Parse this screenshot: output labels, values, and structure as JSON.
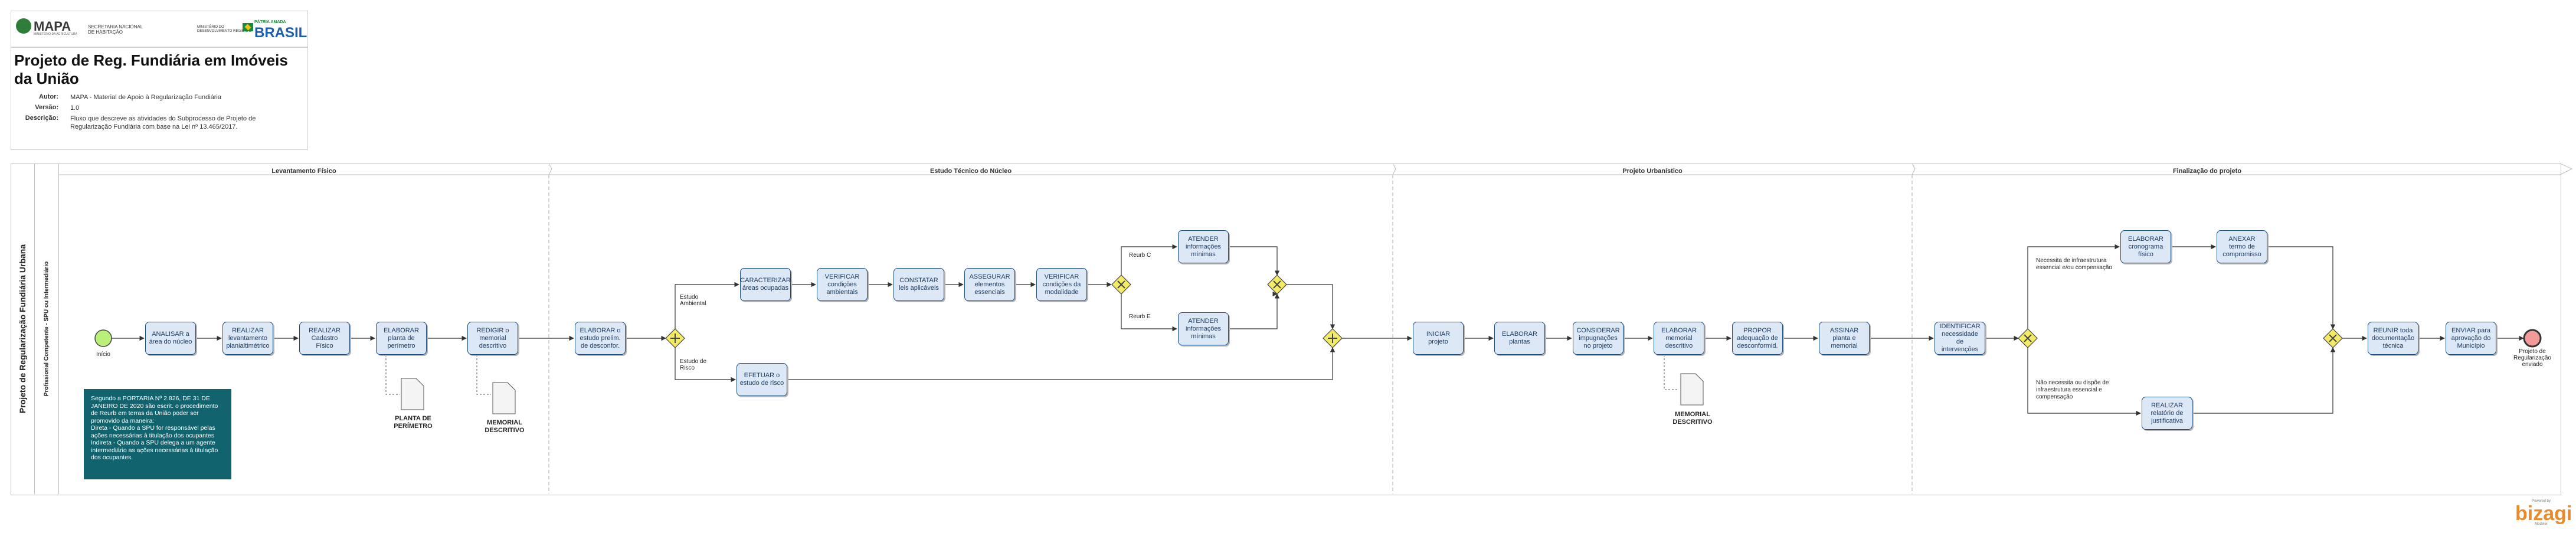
{
  "header": {
    "logo_mapa": "MAPA",
    "logo_mapa_sub": "MINISTÉRIO DA AGRICULTURA",
    "logo_secretaria": "SECRETARIA NACIONAL\nDE HABITAÇÃO",
    "logo_ministerio": "MINISTÉRIO DO\nDESENVOLVIMENTO REGIONAL",
    "logo_patria": "PÁTRIA AMADA",
    "logo_brasil": "BRASIL"
  },
  "info": {
    "title": "Projeto de Reg. Fundiária em Imóveis da União",
    "author_label": "Autor:",
    "author": "MAPA - Material de Apoio à Regularização Fundiária",
    "version_label": "Versão:",
    "version": "1.0",
    "description_label": "Descrição:",
    "description": "Fluxo que descreve as atividades do Subprocesso de Projeto de Regularização Fundiária com base na Lei nº 13.465/2017."
  },
  "pool": {
    "name": "Projeto de Regularização Fundiária Urbana",
    "lane": "Profissional Competente - SPU ou Intermediário"
  },
  "phases": [
    "Levantamento Físico",
    "Estudo Técnico do Núcleo",
    "Projeto Urbanístico",
    "Finalização do projeto"
  ],
  "events": {
    "start": "Início",
    "end": "Projeto de Regularização enviado"
  },
  "tasks": {
    "analisar": "ANALISAR a área do núcleo",
    "realizar_planialt": "REALIZAR levantamento planialtimétrico",
    "realizar_cadastro": "REALIZAR Cadastro Físico",
    "elaborar_planta_perimetro": "ELABORAR planta de perímetro",
    "redigir_memorial": "REDIGIR o memorial descritivo",
    "elaborar_estudo": "ELABORAR o estudo prelim. de desconfor.",
    "caracterizar": "CARACTERIZAR áreas ocupadas",
    "verificar_amb": "VERIFICAR condições ambientais",
    "constatar": "CONSTATAR leis aplicáveis",
    "assegurar": "ASSEGURAR elementos essenciais",
    "verificar_mod": "VERIFICAR condições da modalidade",
    "atender_c": "ATENDER informações mínimas",
    "atender_e": "ATENDER informações mínimas",
    "efetuar_risco": "EFETUAR o estudo de risco",
    "iniciar_projeto": "INICIAR projeto",
    "elaborar_plantas": "ELABORAR plantas",
    "considerar": "CONSIDERAR impugnações no projeto",
    "elaborar_memorial": "ELABORAR memorial descritivo",
    "propor": "PROPOR adequação de desconformid.",
    "assinar": "ASSINAR planta e memorial",
    "identificar": "IDENTIFICAR necessidade de intervenções",
    "elaborar_crono": "ELABORAR cronograma físico",
    "anexar": "ANEXAR termo de compromisso",
    "realizar_relatorio": "REALIZAR relatório de justificativa",
    "reunir": "REUNIR toda documentação técnica",
    "enviar": "ENVIAR para aprovação do Município"
  },
  "flow_labels": {
    "estudo_ambiental": "Estudo Ambiental",
    "estudo_risco": "Estudo de Risco",
    "reurb_c": "Reurb C",
    "reurb_e": "Reurb E",
    "necessita": "Necessita de infraestrutura essencial e/ou compensação",
    "nao_necessita": "Não necessita ou dispõe de infraestrutura essencial e compensação"
  },
  "documents": {
    "planta_perimetro": "PLANTA DE PERÍMETRO",
    "memorial_1": "MEMORIAL DESCRITIVO",
    "memorial_2": "MEMORIAL DESCRITIVO"
  },
  "note": "Segundo a PORTARIA Nº 2.826, DE 31 DE JANEIRO DE 2020 são escrit. o procedimento de Reurb em terras da União poder ser promovido da maneira:\nDireta - Quando a SPU for responsável pelas ações necessárias à titulação dos ocupantes\nIndireta - Quando a SPU delega a um agente intermediário as ações necessárias à titulação dos ocupantes.",
  "branding": {
    "powered": "Powered by",
    "name": "bizagi",
    "sub": "Modeler"
  },
  "colors": {
    "task_fill": "#dce8f6",
    "task_border": "#1c4e80",
    "gateway_fill": "#f3eb66",
    "start_fill": "#b8f07a",
    "end_fill": "#f29a9a",
    "note_fill": "#11636e"
  }
}
